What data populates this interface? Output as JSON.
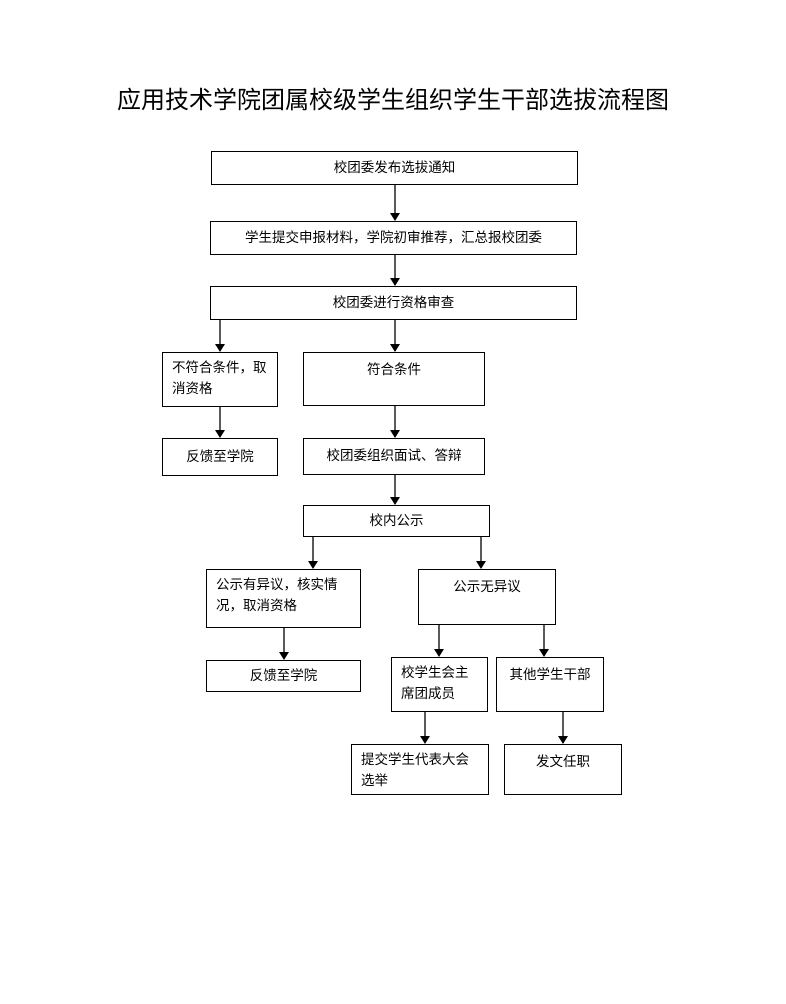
{
  "title": "应用技术学院团属校级学生组织学生干部选拔流程图",
  "nodes": {
    "notice": "校团委发布选拔通知",
    "submit": "学生提交申报材料，学院初审推荐，汇总报校团委",
    "review": "校团委进行资格审查",
    "not_qualified": "不符合条件，取消资格",
    "feedback1": "反馈至学院",
    "qualified": "符合条件",
    "interview": "校团委组织面试、答辩",
    "publicity": "校内公示",
    "objection": "公示有异议，核实情况，取消资格",
    "feedback2": "反馈至学院",
    "no_objection": "公示无异议",
    "presidium": "校学生会主席团成员",
    "other_cadres": "其他学生干部",
    "congress": "提交学生代表大会选举",
    "appoint": "发文任职"
  }
}
